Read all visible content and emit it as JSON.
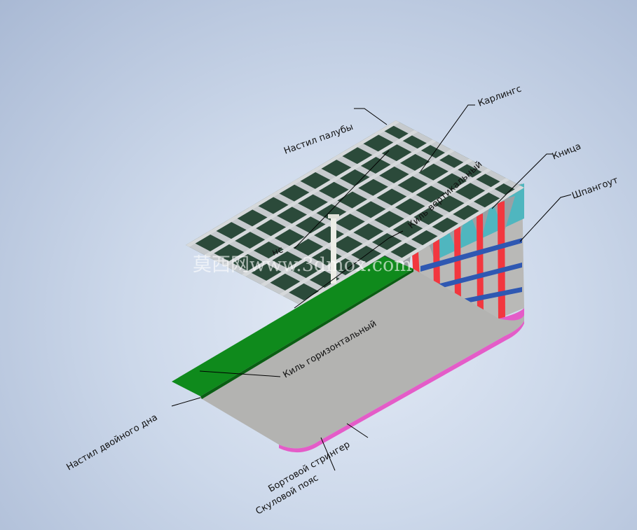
{
  "diagram": {
    "labels": {
      "deck_plating": "Настил палубы",
      "deck_girder": "Карлингс",
      "bracket": "Кница",
      "frame": "Шпангоут",
      "vertical_keel": "Киль вертикальный",
      "horizontal_keel": "Киль горизонтальный",
      "double_bottom_plating": "Настил двойного дна",
      "side_stringer": "Бортовой стрингер",
      "bilge_strake": "Скуловой пояс",
      "partial_hidden": "нс"
    },
    "watermark": "莫西网www.3dmox.com",
    "colors": {
      "background": "#c8d4e8",
      "deck_plate": "#2b4a3a",
      "beams": "#c6cacd",
      "hull_gray": "#b6b6b4",
      "keel_green": "#0f8a1c",
      "frame_red": "#f2373f",
      "stringer_blue": "#2f58b2",
      "teal_panel": "#4fb6bf",
      "bilge_pink": "#e45cc8"
    }
  }
}
